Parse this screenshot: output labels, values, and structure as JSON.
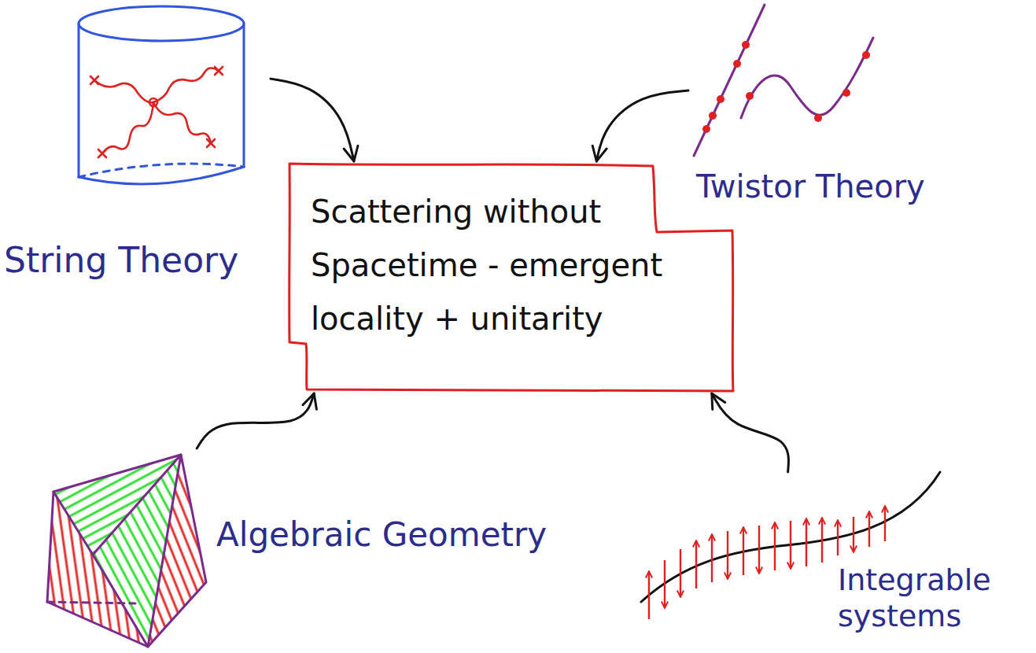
{
  "diagram": {
    "nodes": [
      {
        "text": [
          "String Theory"
        ]
      },
      {
        "text": [
          "Twistor Theory"
        ]
      },
      {
        "text": [
          "Scattering without Spacetime - emergent locality + unitarity"
        ]
      },
      {
        "text": [
          "Algebraic Geometry"
        ]
      },
      {
        "text": [
          "Integrable systems"
        ]
      }
    ],
    "edges": [
      {
        "from": 0,
        "to": 2,
        "arrow": "to"
      },
      {
        "from": 1,
        "to": 2,
        "arrow": "to"
      },
      {
        "from": 3,
        "to": 2,
        "arrow": "to"
      },
      {
        "from": 4,
        "to": 2,
        "arrow": "to"
      }
    ]
  }
}
